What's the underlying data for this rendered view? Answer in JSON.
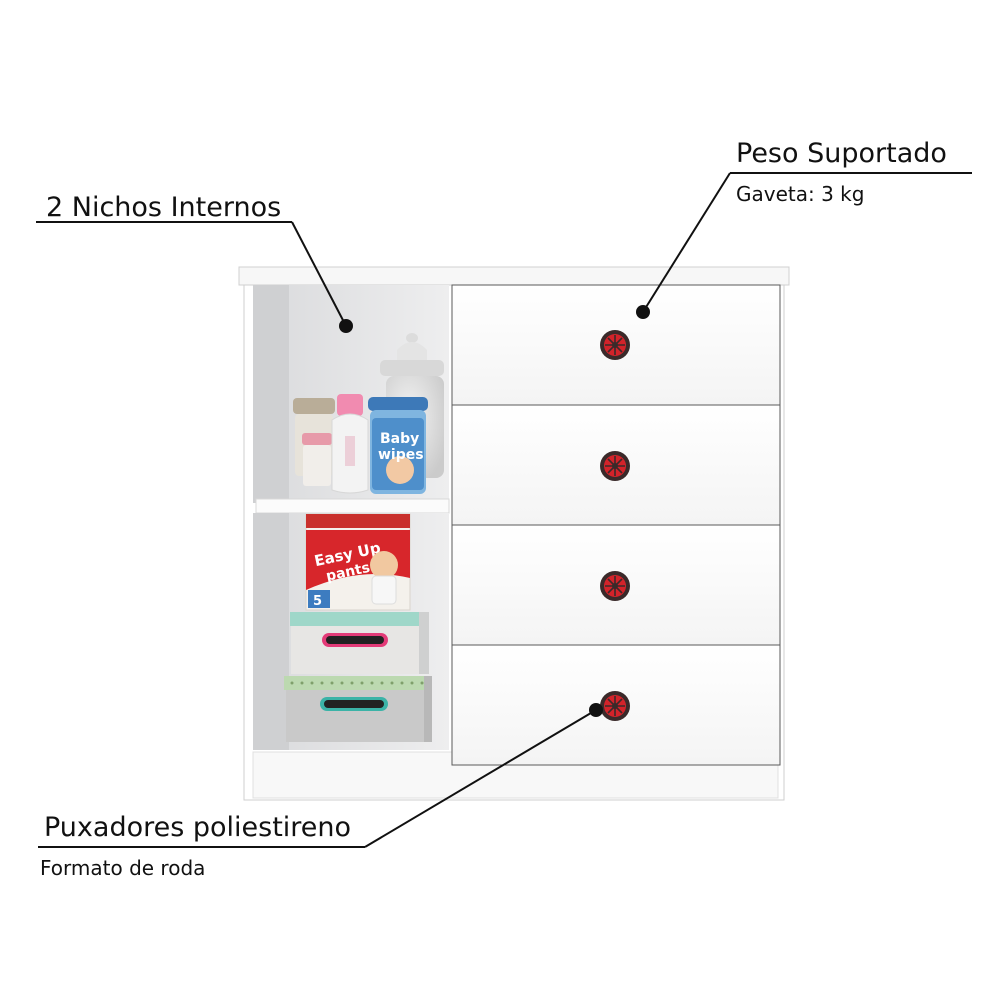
{
  "callouts": {
    "niches": {
      "title": "2 Nichos Internos"
    },
    "weight": {
      "title": "Peso Suportado",
      "detail": "Gaveta: 3 kg"
    },
    "handles": {
      "title": "Puxadores poliestireno",
      "detail": "Formato de roda"
    }
  },
  "products": {
    "wipes_line1": "Baby",
    "wipes_line2": "wipes",
    "pants_line1": "Easy Up",
    "pants_line2": "pants",
    "pants_size": "5"
  },
  "colors": {
    "cabinet": "#ffffff",
    "handle_red": "#d2232a",
    "handle_ring": "#3a2a2a",
    "leader_line": "#111111"
  },
  "icons": [
    "wheel-handle-icon",
    "callout-dot-icon"
  ]
}
